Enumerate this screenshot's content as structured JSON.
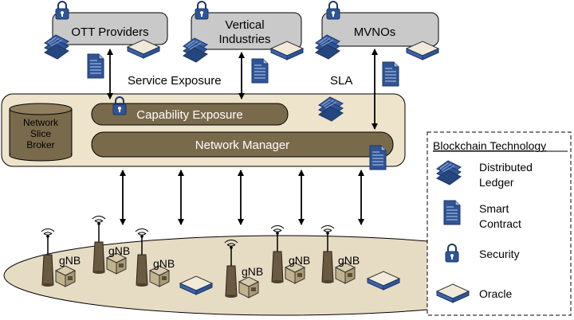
{
  "stakeholders": {
    "ott": "OTT Providers",
    "vertical_line1": "Vertical",
    "vertical_line2": "Industries",
    "mvno": "MVNOs"
  },
  "annotations": {
    "service_exposure": "Service Exposure",
    "sla": "SLA"
  },
  "platform": {
    "broker_line1": "Network",
    "broker_line2": "Slice",
    "broker_line3": "Broker",
    "capability_exposure": "Capability Exposure",
    "network_manager": "Network Manager"
  },
  "ran": {
    "gnb_label": "gNB"
  },
  "legend": {
    "title": "Blockchain Technology",
    "ledger_line1": "Distributed",
    "ledger_line2": "Ledger",
    "contract_line1": "Smart",
    "contract_line2": "Contract",
    "security": "Security",
    "oracle": "Oracle"
  },
  "colors": {
    "stakeholder_fill": "#c9c9c9",
    "platform_fill": "#eee4cc",
    "bar_fill": "#7a6a4c",
    "ran_fill": "#e6dcc4",
    "icon_blue": "#2b4e8c",
    "tower_fill": "#6b5a42"
  }
}
